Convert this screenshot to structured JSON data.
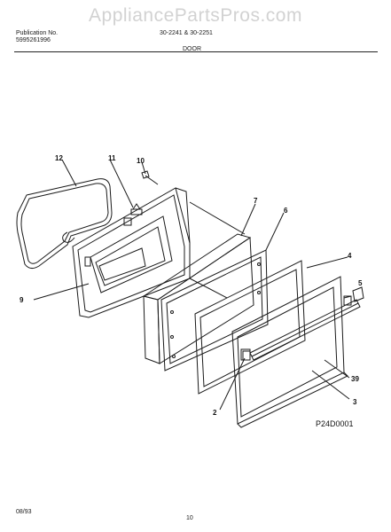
{
  "watermark": "AppliancePartsPros.com",
  "header": {
    "publication_label": "Publication No.",
    "publication_number": "5995261996",
    "models": "30-2241 & 30-2251",
    "section": "DOOR"
  },
  "callouts": {
    "p12": "12",
    "p11": "11",
    "p10": "10",
    "p7": "7",
    "p6": "6",
    "p4": "4",
    "p5": "5",
    "p9": "9",
    "p39": "39",
    "p3": "3",
    "p2": "2"
  },
  "diagram_code": "P24D0001",
  "footer": {
    "date": "08/93",
    "page": "10"
  }
}
